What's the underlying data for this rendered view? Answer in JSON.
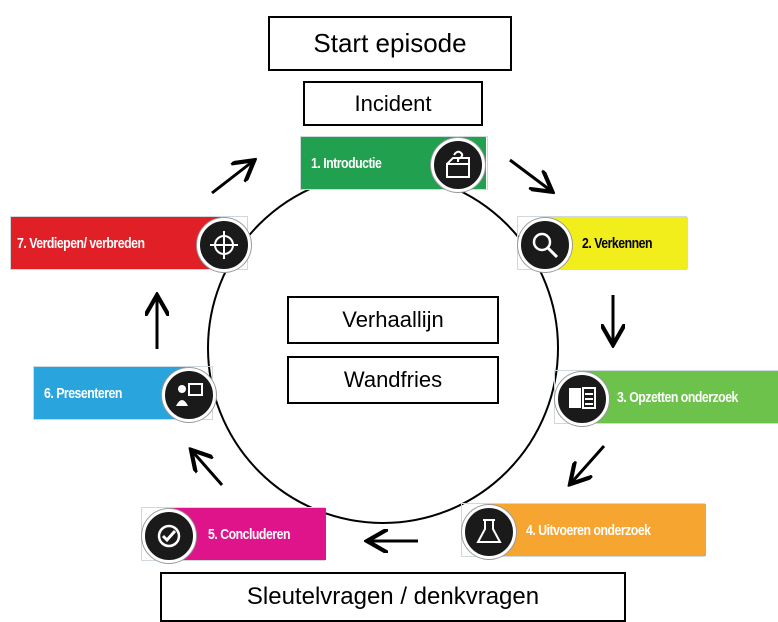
{
  "boxes": {
    "start": "Start episode",
    "incident": "Incident",
    "verhaallijn": "Verhaallijn",
    "wandfries": "Wandfries",
    "sleutelvragen": "Sleutelvragen / denkvragen"
  },
  "steps": [
    {
      "label": "1. Introductie",
      "color": "#21a04f",
      "icon": "box-question-icon"
    },
    {
      "label": "2. Verkennen",
      "color": "#f2ee1b",
      "icon": "explore-icon"
    },
    {
      "label": "3. Opzetten onderzoek",
      "color": "#6cc24a",
      "icon": "plan-icon"
    },
    {
      "label": "4. Uitvoeren onderzoek",
      "color": "#f7a531",
      "icon": "experiment-icon"
    },
    {
      "label": "5. Concluderen",
      "color": "#e0148a",
      "icon": "conclude-icon"
    },
    {
      "label": "6. Presenteren",
      "color": "#2aa4dc",
      "icon": "present-icon"
    },
    {
      "label": "7. Verdiepen/ verbreden",
      "color": "#e01f26",
      "icon": "deepen-icon"
    }
  ]
}
